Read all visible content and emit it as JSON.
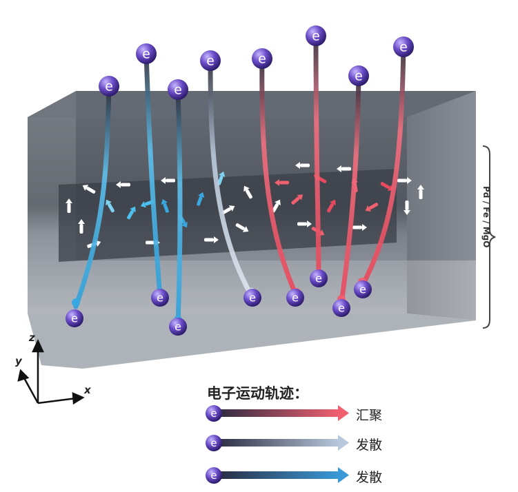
{
  "sample": {
    "layer_label": "Pd / Fe / MgO"
  },
  "axes": {
    "x": "x",
    "y": "y",
    "z": "z"
  },
  "electron_symbol": "e",
  "legend": {
    "title": "电子运动轨迹：",
    "items": [
      {
        "label": "汇聚",
        "start_color": "#2a2a40",
        "end_color": "#f06070"
      },
      {
        "label": "发散",
        "start_color": "#2a2a40",
        "end_color": "#b8c8dc"
      },
      {
        "label": "发散",
        "start_color": "#2a2a40",
        "end_color": "#3a9ad8"
      }
    ]
  },
  "colors": {
    "electron": "#6a4cc8",
    "converge_trail": "#f06070",
    "diverge_trail": "#3aa8e0",
    "box_top": "#5a5f68",
    "box_bottom": "#9aa0a8"
  }
}
